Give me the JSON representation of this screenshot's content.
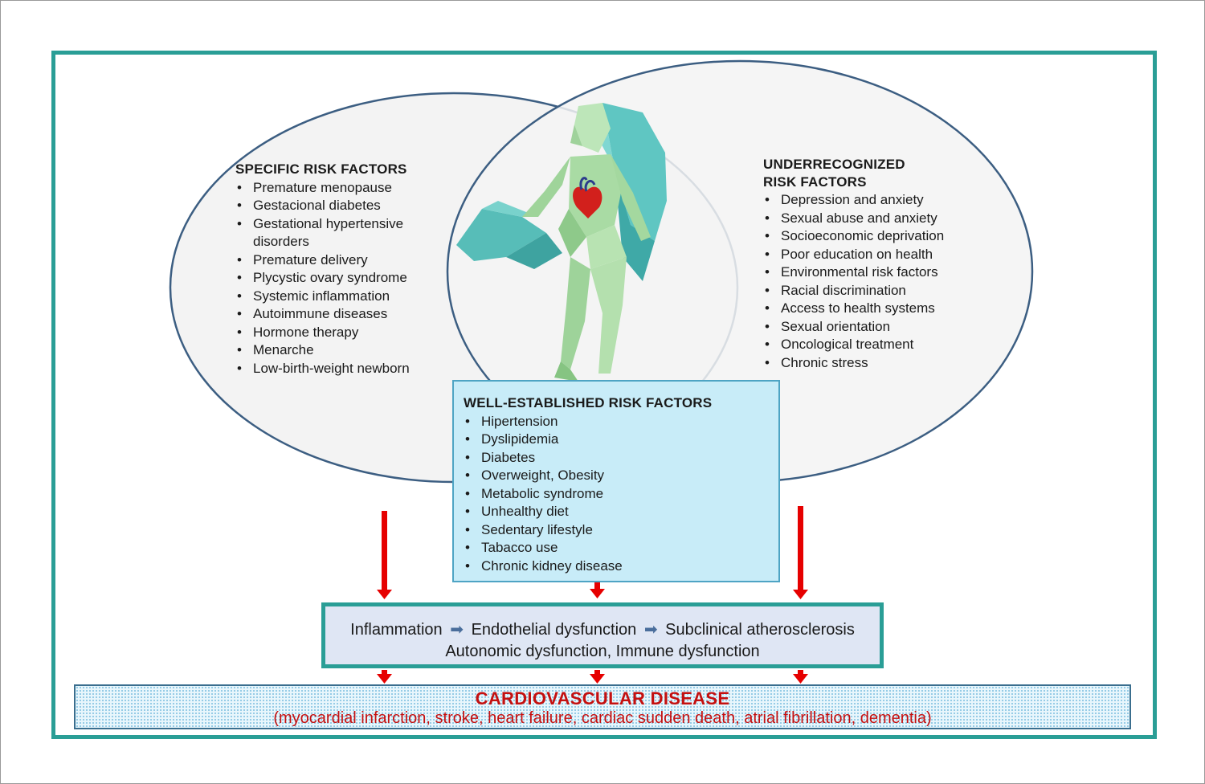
{
  "specific": {
    "title": "SPECIFIC RISK FACTORS",
    "items": [
      "Premature menopause",
      "Gestacional diabetes",
      "Gestational hypertensive disorders",
      "Premature delivery",
      "Plycystic ovary syndrome",
      "Systemic inflammation",
      "Autoimmune diseases",
      "Hormone therapy",
      "Menarche",
      "Low-birth-weight newborn"
    ]
  },
  "underrecognized": {
    "title_line1": "UNDERRECOGNIZED",
    "title_line2": "RISK FACTORS",
    "items": [
      "Depression and anxiety",
      "Sexual abuse and anxiety",
      "Socioeconomic deprivation",
      "Poor education on health",
      "Environmental risk factors",
      "Racial discrimination",
      "Access to health systems",
      "Sexual orientation",
      "Oncological treatment",
      "Chronic stress"
    ]
  },
  "well_established": {
    "title": "WELL-ESTABLISHED RISK FACTORS",
    "items": [
      "Hipertension",
      "Dyslipidemia",
      "Diabetes",
      "Overweight, Obesity",
      "Metabolic syndrome",
      "Unhealthy diet",
      "Sedentary lifestyle",
      "Tabacco use",
      "Chronic kidney disease"
    ]
  },
  "mechanisms": {
    "step1": "Inflammation",
    "step2": "Endothelial dysfunction",
    "step3": "Subclinical atherosclerosis",
    "line2": "Autonomic dysfunction, Immune dysfunction"
  },
  "outcome": {
    "title": "CARDIOVASCULAR DISEASE",
    "subtitle": "(myocardial infarction, stroke, heart failure, cardiac sudden death, atrial fibrillation, dementia)"
  },
  "colors": {
    "frame": "#2a9e96",
    "ellipse_stroke": "#3c5e82",
    "ellipse_fill": "#f3f3f3",
    "arrow_red": "#e60000",
    "well_box_fill": "#c8ecf8",
    "mech_box_fill": "#dfe6f4",
    "outcome_text": "#c41010"
  },
  "icons": {
    "figure": "woman-figure-with-heart-icon",
    "flow_arrow": "right-arrow-icon"
  }
}
